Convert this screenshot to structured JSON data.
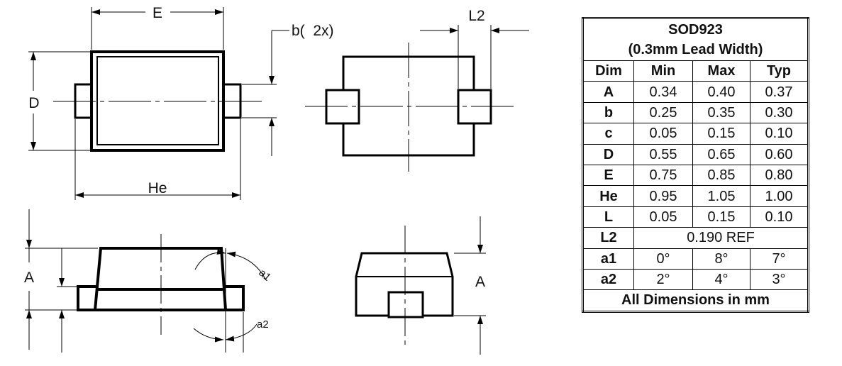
{
  "drawing": {
    "top_view_labels": {
      "E": "E",
      "D": "D",
      "He": "He",
      "b": "b(  2x)"
    },
    "pad_view_labels": {
      "L2": "L2"
    },
    "side_view_labels": {
      "A": "A",
      "a1": "a1",
      "a2": "a2"
    },
    "end_view_labels": {
      "A": "A"
    }
  },
  "table": {
    "title": "SOD923",
    "subtitle": "(0.3mm Lead Width)",
    "headers": [
      "Dim",
      "Min",
      "Max",
      "Typ"
    ],
    "rows": [
      [
        "A",
        "0.34",
        "0.40",
        "0.37"
      ],
      [
        "b",
        "0.25",
        "0.35",
        "0.30"
      ],
      [
        "c",
        "0.05",
        "0.15",
        "0.10"
      ],
      [
        "D",
        "0.55",
        "0.65",
        "0.60"
      ],
      [
        "E",
        "0.75",
        "0.85",
        "0.80"
      ],
      [
        "He",
        "0.95",
        "1.05",
        "1.00"
      ],
      [
        "L",
        "0.05",
        "0.15",
        "0.10"
      ]
    ],
    "ref_row": [
      "L2",
      "0.190 REF"
    ],
    "angle_rows": [
      [
        "a1",
        "0°",
        "8°",
        "7°"
      ],
      [
        "a2",
        "2°",
        "4°",
        "3°"
      ]
    ],
    "footer": "All Dimensions in mm"
  }
}
